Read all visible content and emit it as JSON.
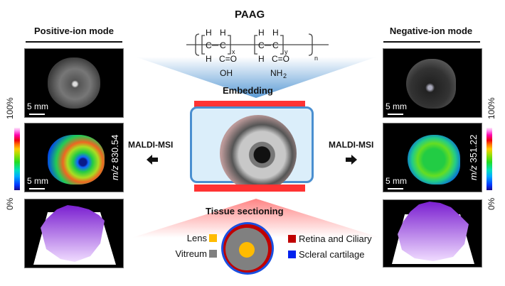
{
  "title": "PAAG",
  "chemistry": {
    "monomer1": {
      "top": [
        "H",
        "H"
      ],
      "chain": "C–C",
      "bottom_left": "H",
      "bottom_right": "C=O",
      "group": "OH",
      "subscript": "x"
    },
    "monomer2": {
      "top": [
        "H",
        "H"
      ],
      "chain": "C–C",
      "bottom_left": "H",
      "bottom_right": "C=O",
      "group": "NH2",
      "subscript": "y"
    },
    "repeat_subscript": "n"
  },
  "steps": {
    "embedding": "Embedding",
    "tissue_sectioning": "Tissue sectioning"
  },
  "left": {
    "mode_title": "Positive-ion mode",
    "scale_label": "5 mm",
    "mz_prefix": "m/z",
    "mz_value": "830.54",
    "maldi_label": "MALDI-MSI",
    "arrow": "left-arrow"
  },
  "right": {
    "mode_title": "Negative-ion mode",
    "scale_label": "5 mm",
    "mz_prefix": "m/z",
    "mz_value": "351.22",
    "maldi_label": "MALDI-MSI",
    "arrow": "right-arrow"
  },
  "colorbar": {
    "max_label": "100%",
    "min_label": "0%"
  },
  "legend": [
    {
      "label": "Lens",
      "color": "#ffbb00"
    },
    {
      "label": "Vitreum",
      "color": "#808080"
    },
    {
      "label": "Retina and Ciliary",
      "color": "#c00000"
    },
    {
      "label": "Scleral cartilage",
      "color": "#0022ee"
    }
  ]
}
